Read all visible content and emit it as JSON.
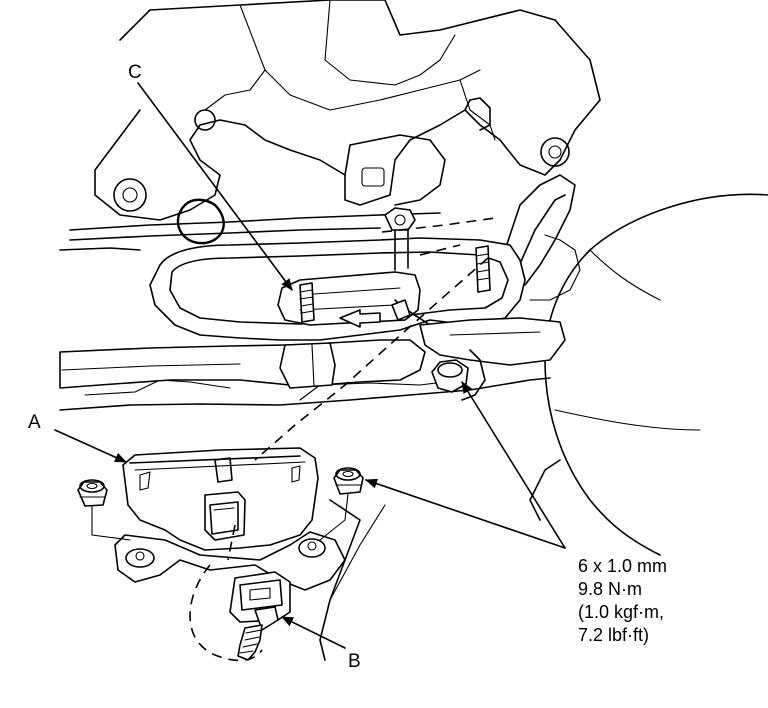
{
  "callouts": {
    "a": "A",
    "b": "B",
    "c": "C"
  },
  "spec": {
    "lines": [
      "6 x 1.0 mm",
      "9.8 N·m",
      "(1.0 kgf·m,",
      "7.2 lbf·ft)"
    ]
  }
}
